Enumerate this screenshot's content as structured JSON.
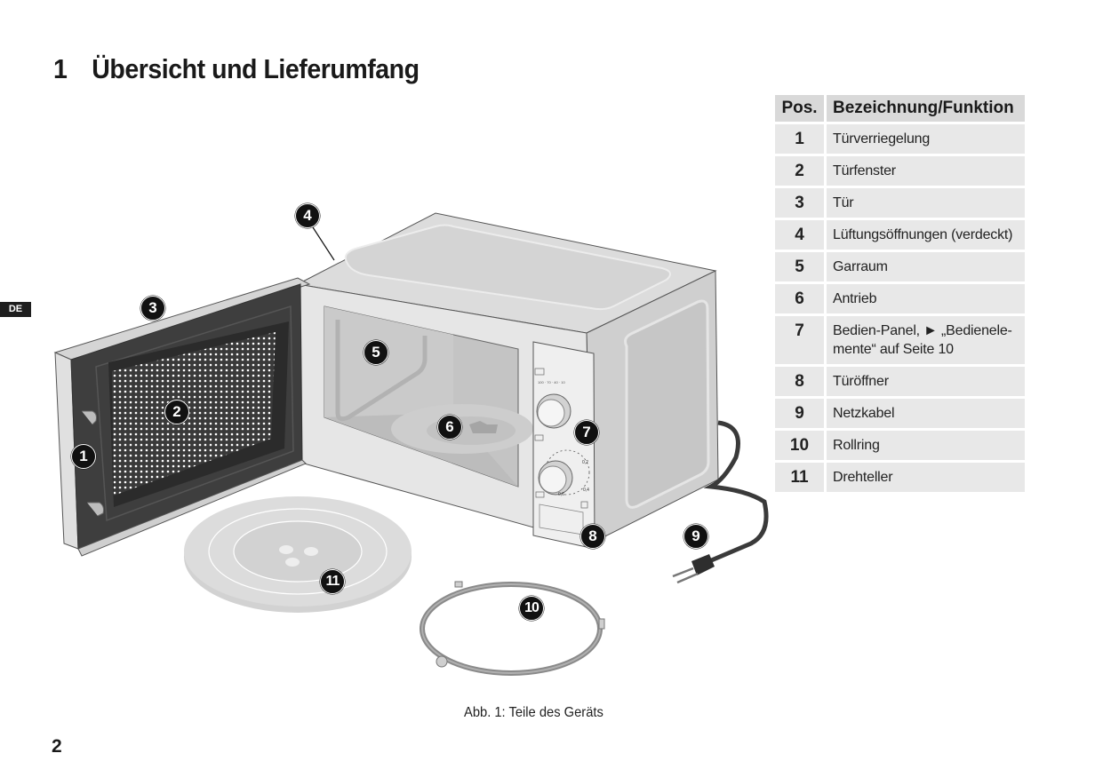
{
  "header": {
    "chapter_number": "1",
    "chapter_title": "Übersicht und Lieferumfang"
  },
  "side_tab": {
    "language": "DE"
  },
  "parts_table": {
    "columns": [
      "Pos.",
      "Bezeichnung/Funktion"
    ],
    "rows": [
      {
        "pos": "1",
        "label": "Türverriegelung"
      },
      {
        "pos": "2",
        "label": "Türfenster"
      },
      {
        "pos": "3",
        "label": "Tür"
      },
      {
        "pos": "4",
        "label": "Lüftungsöffnungen (verdeckt)"
      },
      {
        "pos": "5",
        "label": "Garraum"
      },
      {
        "pos": "6",
        "label": "Antrieb"
      },
      {
        "pos": "7",
        "label": "Bedien-Panel, ► „Bedienele-mente“ auf Seite 10"
      },
      {
        "pos": "8",
        "label": "Türöffner"
      },
      {
        "pos": "9",
        "label": "Netzkabel"
      },
      {
        "pos": "10",
        "label": "Rollring"
      },
      {
        "pos": "11",
        "label": "Drehteller"
      }
    ]
  },
  "figure": {
    "subject": "microwave-oven-parts-illustration",
    "callouts": [
      "1",
      "2",
      "3",
      "4",
      "5",
      "6",
      "7",
      "8",
      "9",
      "10",
      "11"
    ],
    "caption": "Abb. 1: Teile des Geräts"
  },
  "footer": {
    "page_number": "2"
  }
}
